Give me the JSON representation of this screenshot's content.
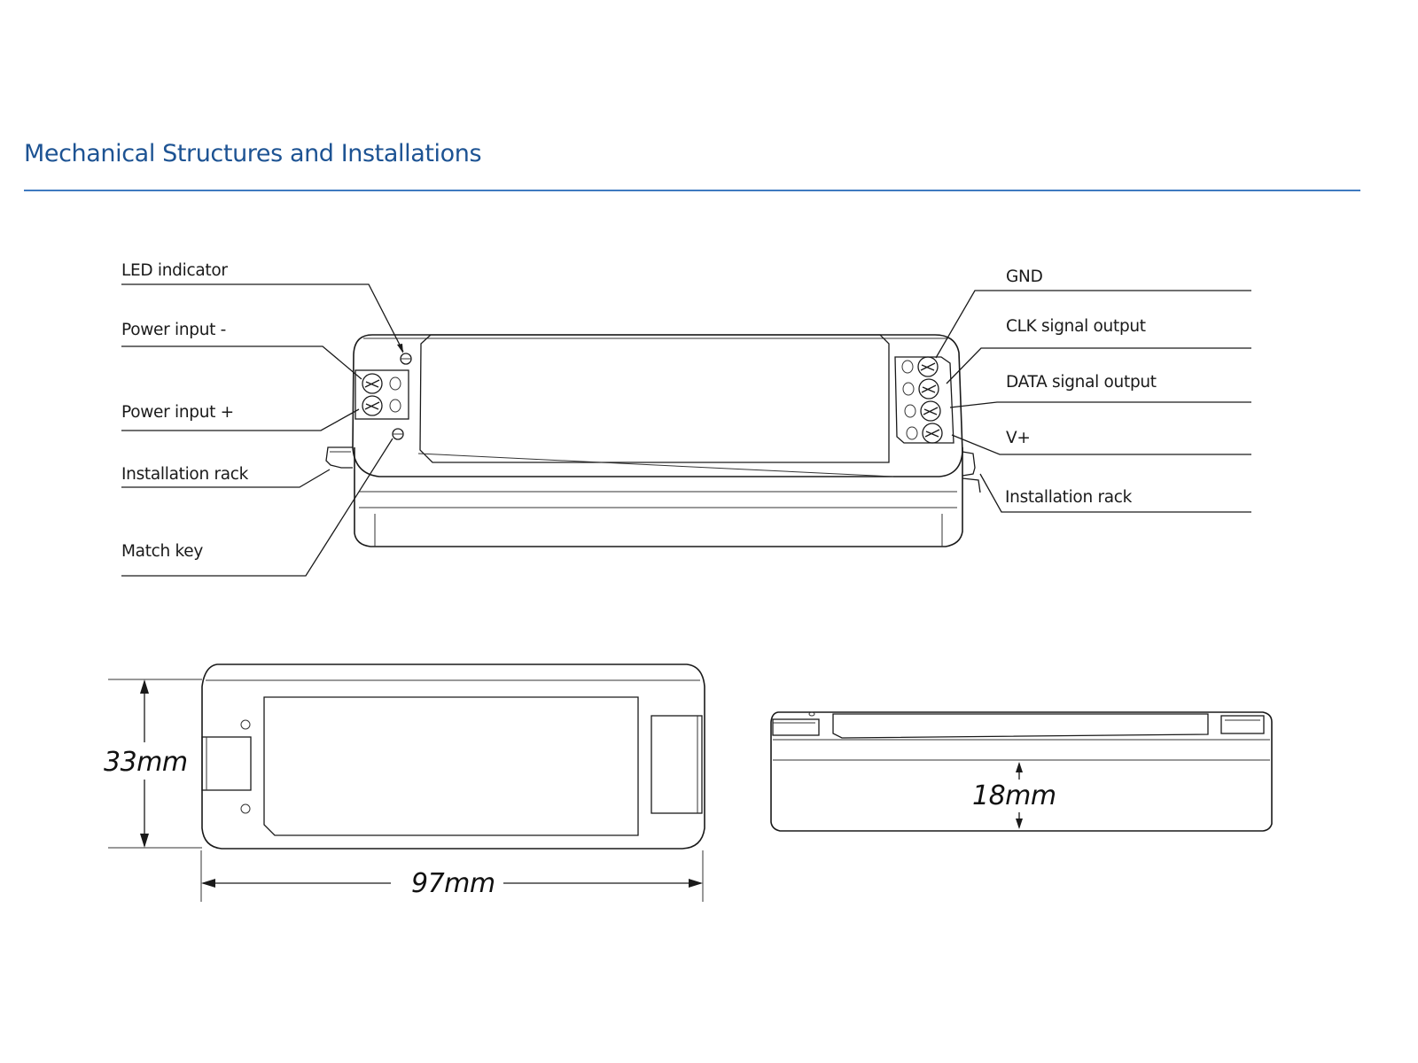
{
  "title": "Mechanical Structures and Installations",
  "colors": {
    "title": "#1d5393",
    "rule": "#3f7ac0",
    "line": "#1a1a1a"
  },
  "labels_left": {
    "led_indicator": "LED indicator",
    "power_input_minus": "Power input -",
    "power_input_plus": "Power input +",
    "installation_rack": "Installation rack",
    "match_key": "Match key"
  },
  "labels_right": {
    "gnd": "GND",
    "clk_signal_output": "CLK signal output",
    "data_signal_output": "DATA signal output",
    "v_plus": "V+",
    "installation_rack": "Installation rack"
  },
  "dimensions": {
    "height": "33mm",
    "length": "97mm",
    "thickness": "18mm"
  }
}
